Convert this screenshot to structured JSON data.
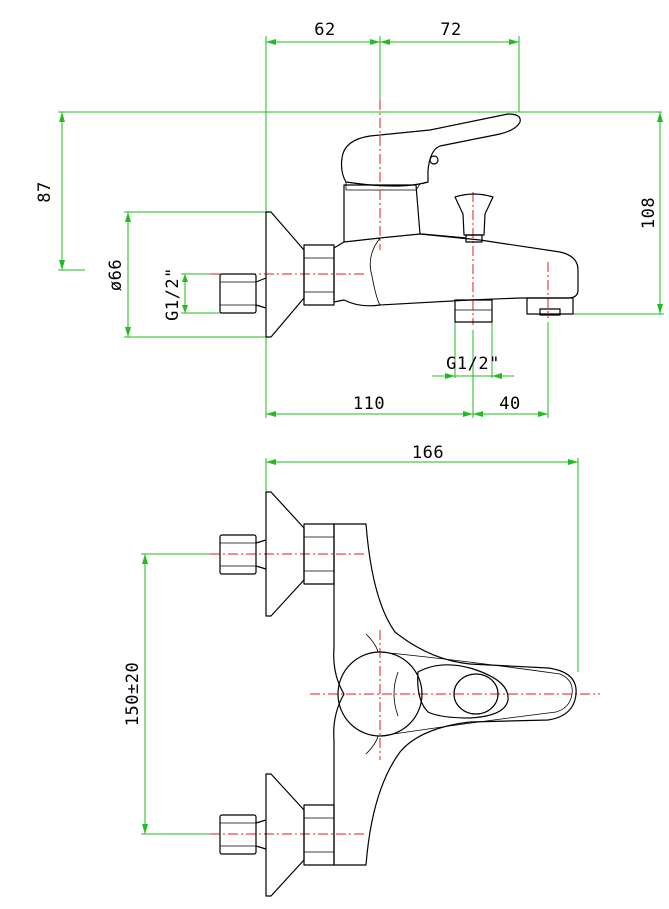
{
  "colors": {
    "dimension": "#22bb22",
    "centerline": "#e01818",
    "outline": "#000000",
    "background": "#ffffff"
  },
  "side_view": {
    "dim_62": "62",
    "dim_72": "72",
    "dim_87": "87",
    "dim_108": "108",
    "dim_phi66": "ø66",
    "thread_inlet": "G1/2\"",
    "thread_outlet": "G1/2\"",
    "dim_110": "110",
    "dim_40": "40"
  },
  "top_view": {
    "dim_166": "166",
    "dim_150": "150±20"
  }
}
